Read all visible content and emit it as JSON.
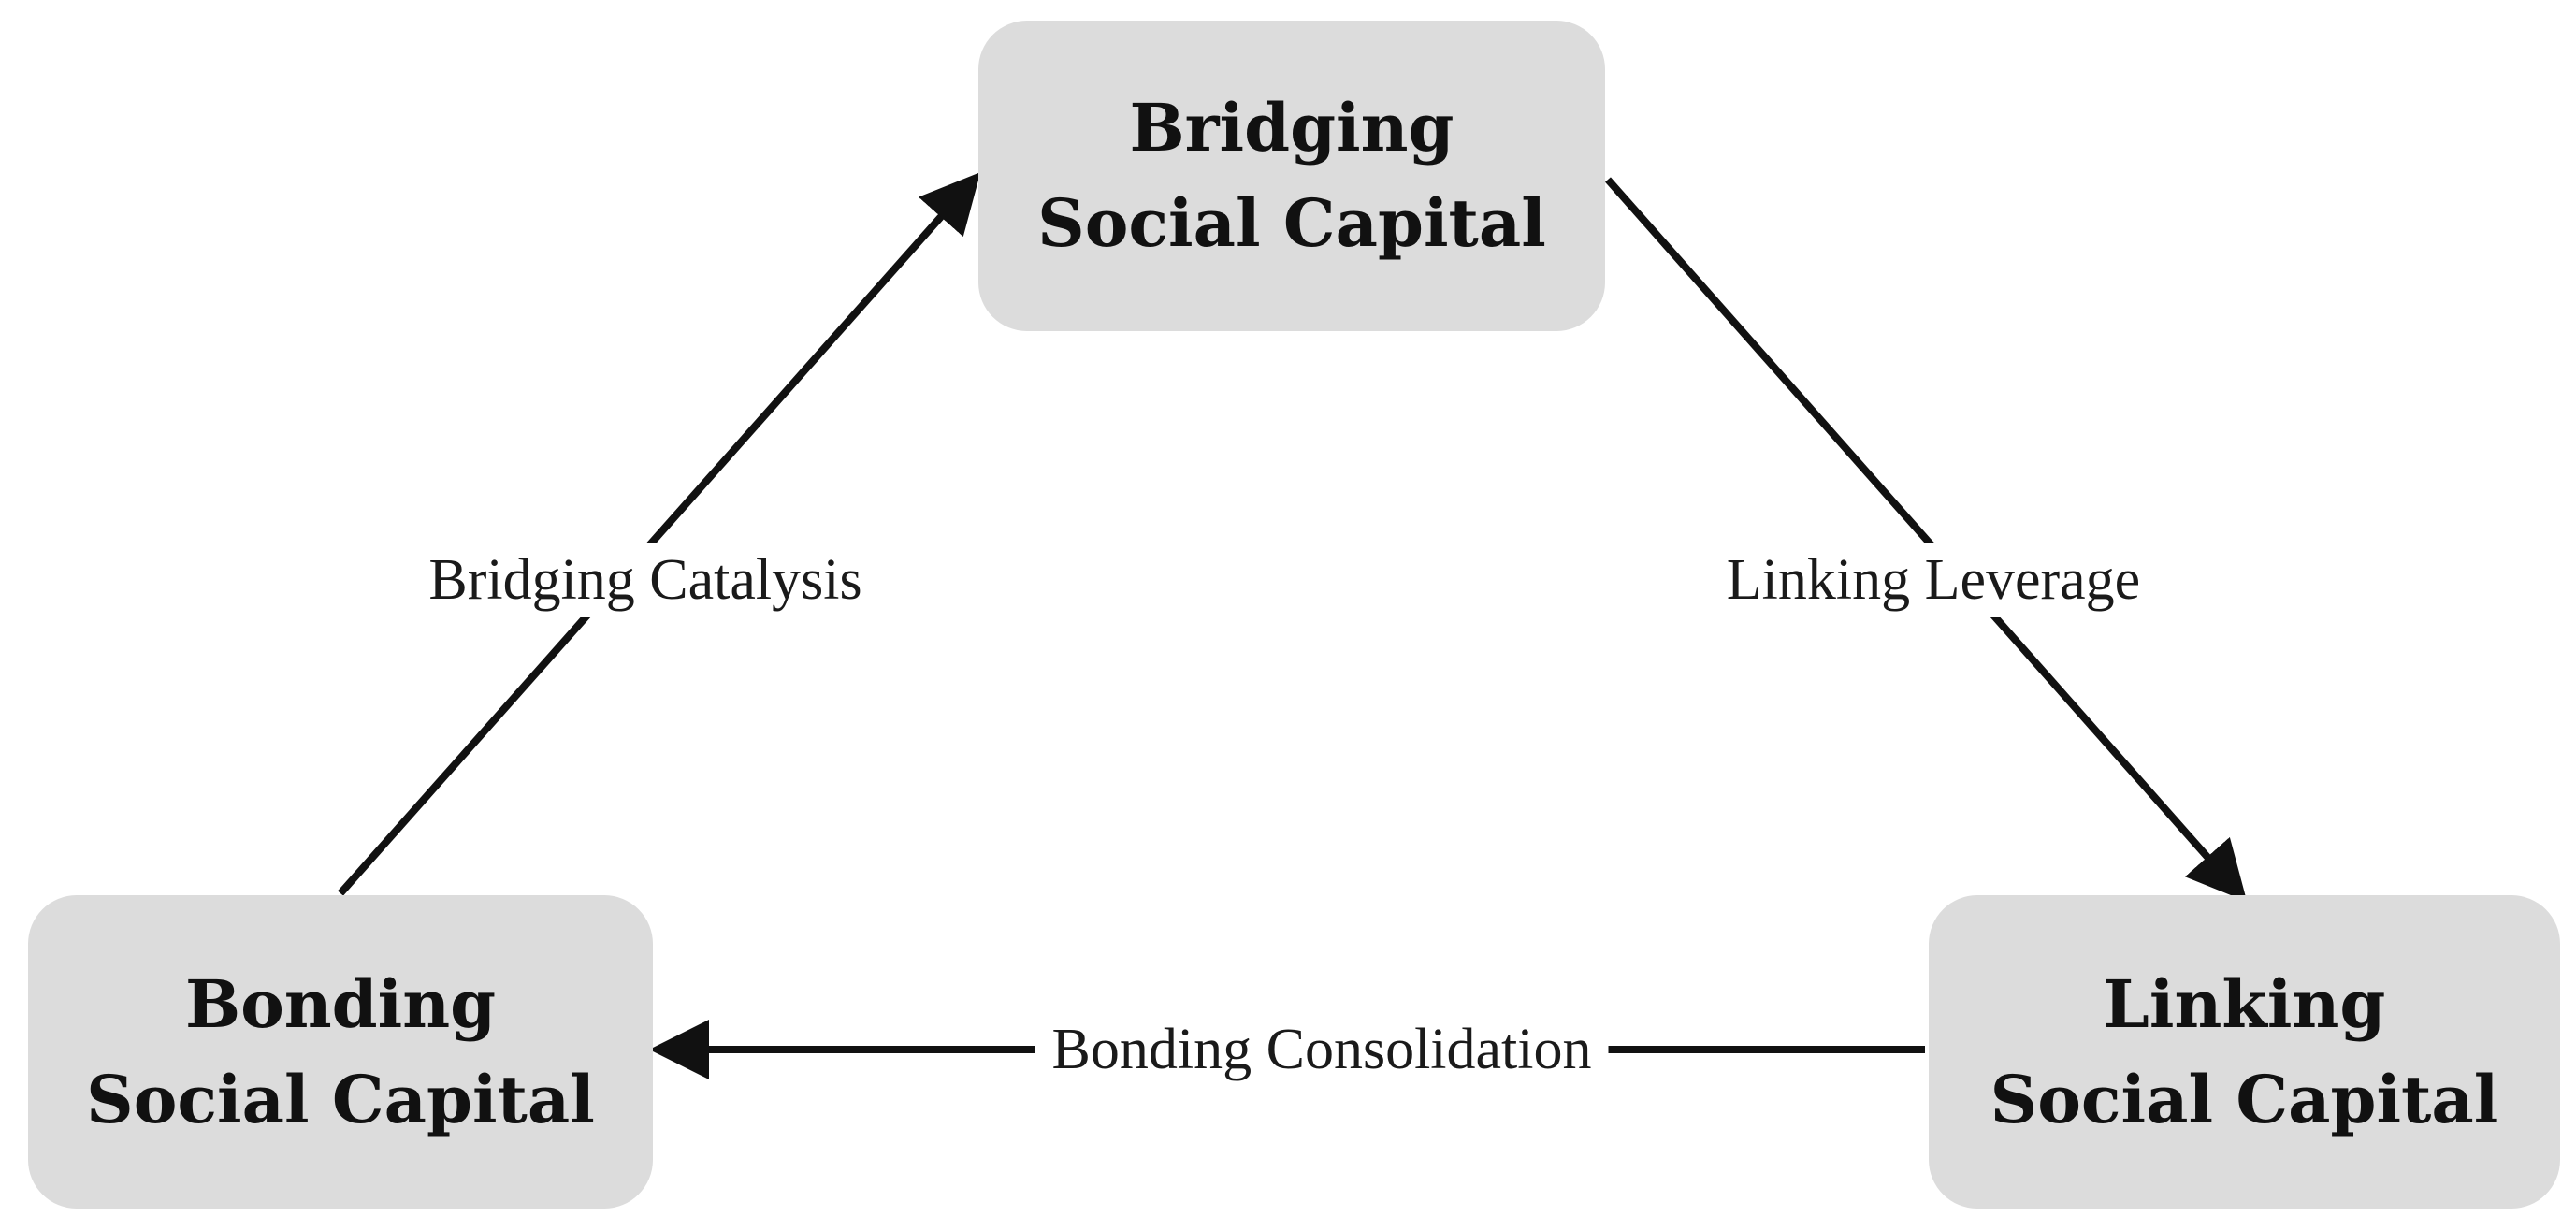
{
  "nodes": {
    "bridging": {
      "line1": "Bridging",
      "line2": "Social Capital"
    },
    "bonding": {
      "line1": "Bonding",
      "line2": "Social Capital"
    },
    "linking": {
      "line1": "Linking",
      "line2": "Social Capital"
    }
  },
  "edges": {
    "bridging_catalysis": {
      "label": "Bridging Catalysis",
      "from": "bonding",
      "to": "bridging"
    },
    "linking_leverage": {
      "label": "Linking Leverage",
      "from": "bridging",
      "to": "linking"
    },
    "bonding_consolidation": {
      "label": "Bonding Consolidation",
      "from": "linking",
      "to": "bonding"
    }
  },
  "colors": {
    "node_fill": "#dcdcdc",
    "arrow": "#111111",
    "background": "#ffffff"
  }
}
